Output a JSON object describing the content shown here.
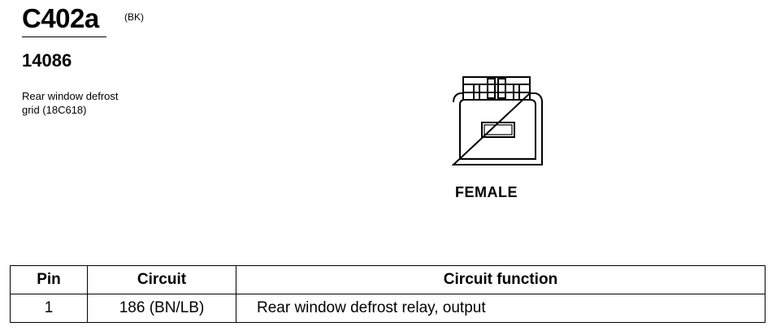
{
  "connector": {
    "id": "C402a",
    "color_code": "(BK)",
    "part_number": "14086",
    "description_line1": "Rear window defrost",
    "description_line2": "grid (18C618)",
    "gender": "FEMALE"
  },
  "table": {
    "headers": [
      "Pin",
      "Circuit",
      "Circuit function"
    ],
    "rows": [
      {
        "pin": "1",
        "circuit": "186 (BN/LB)",
        "function": "Rear window defrost relay, output"
      }
    ]
  }
}
